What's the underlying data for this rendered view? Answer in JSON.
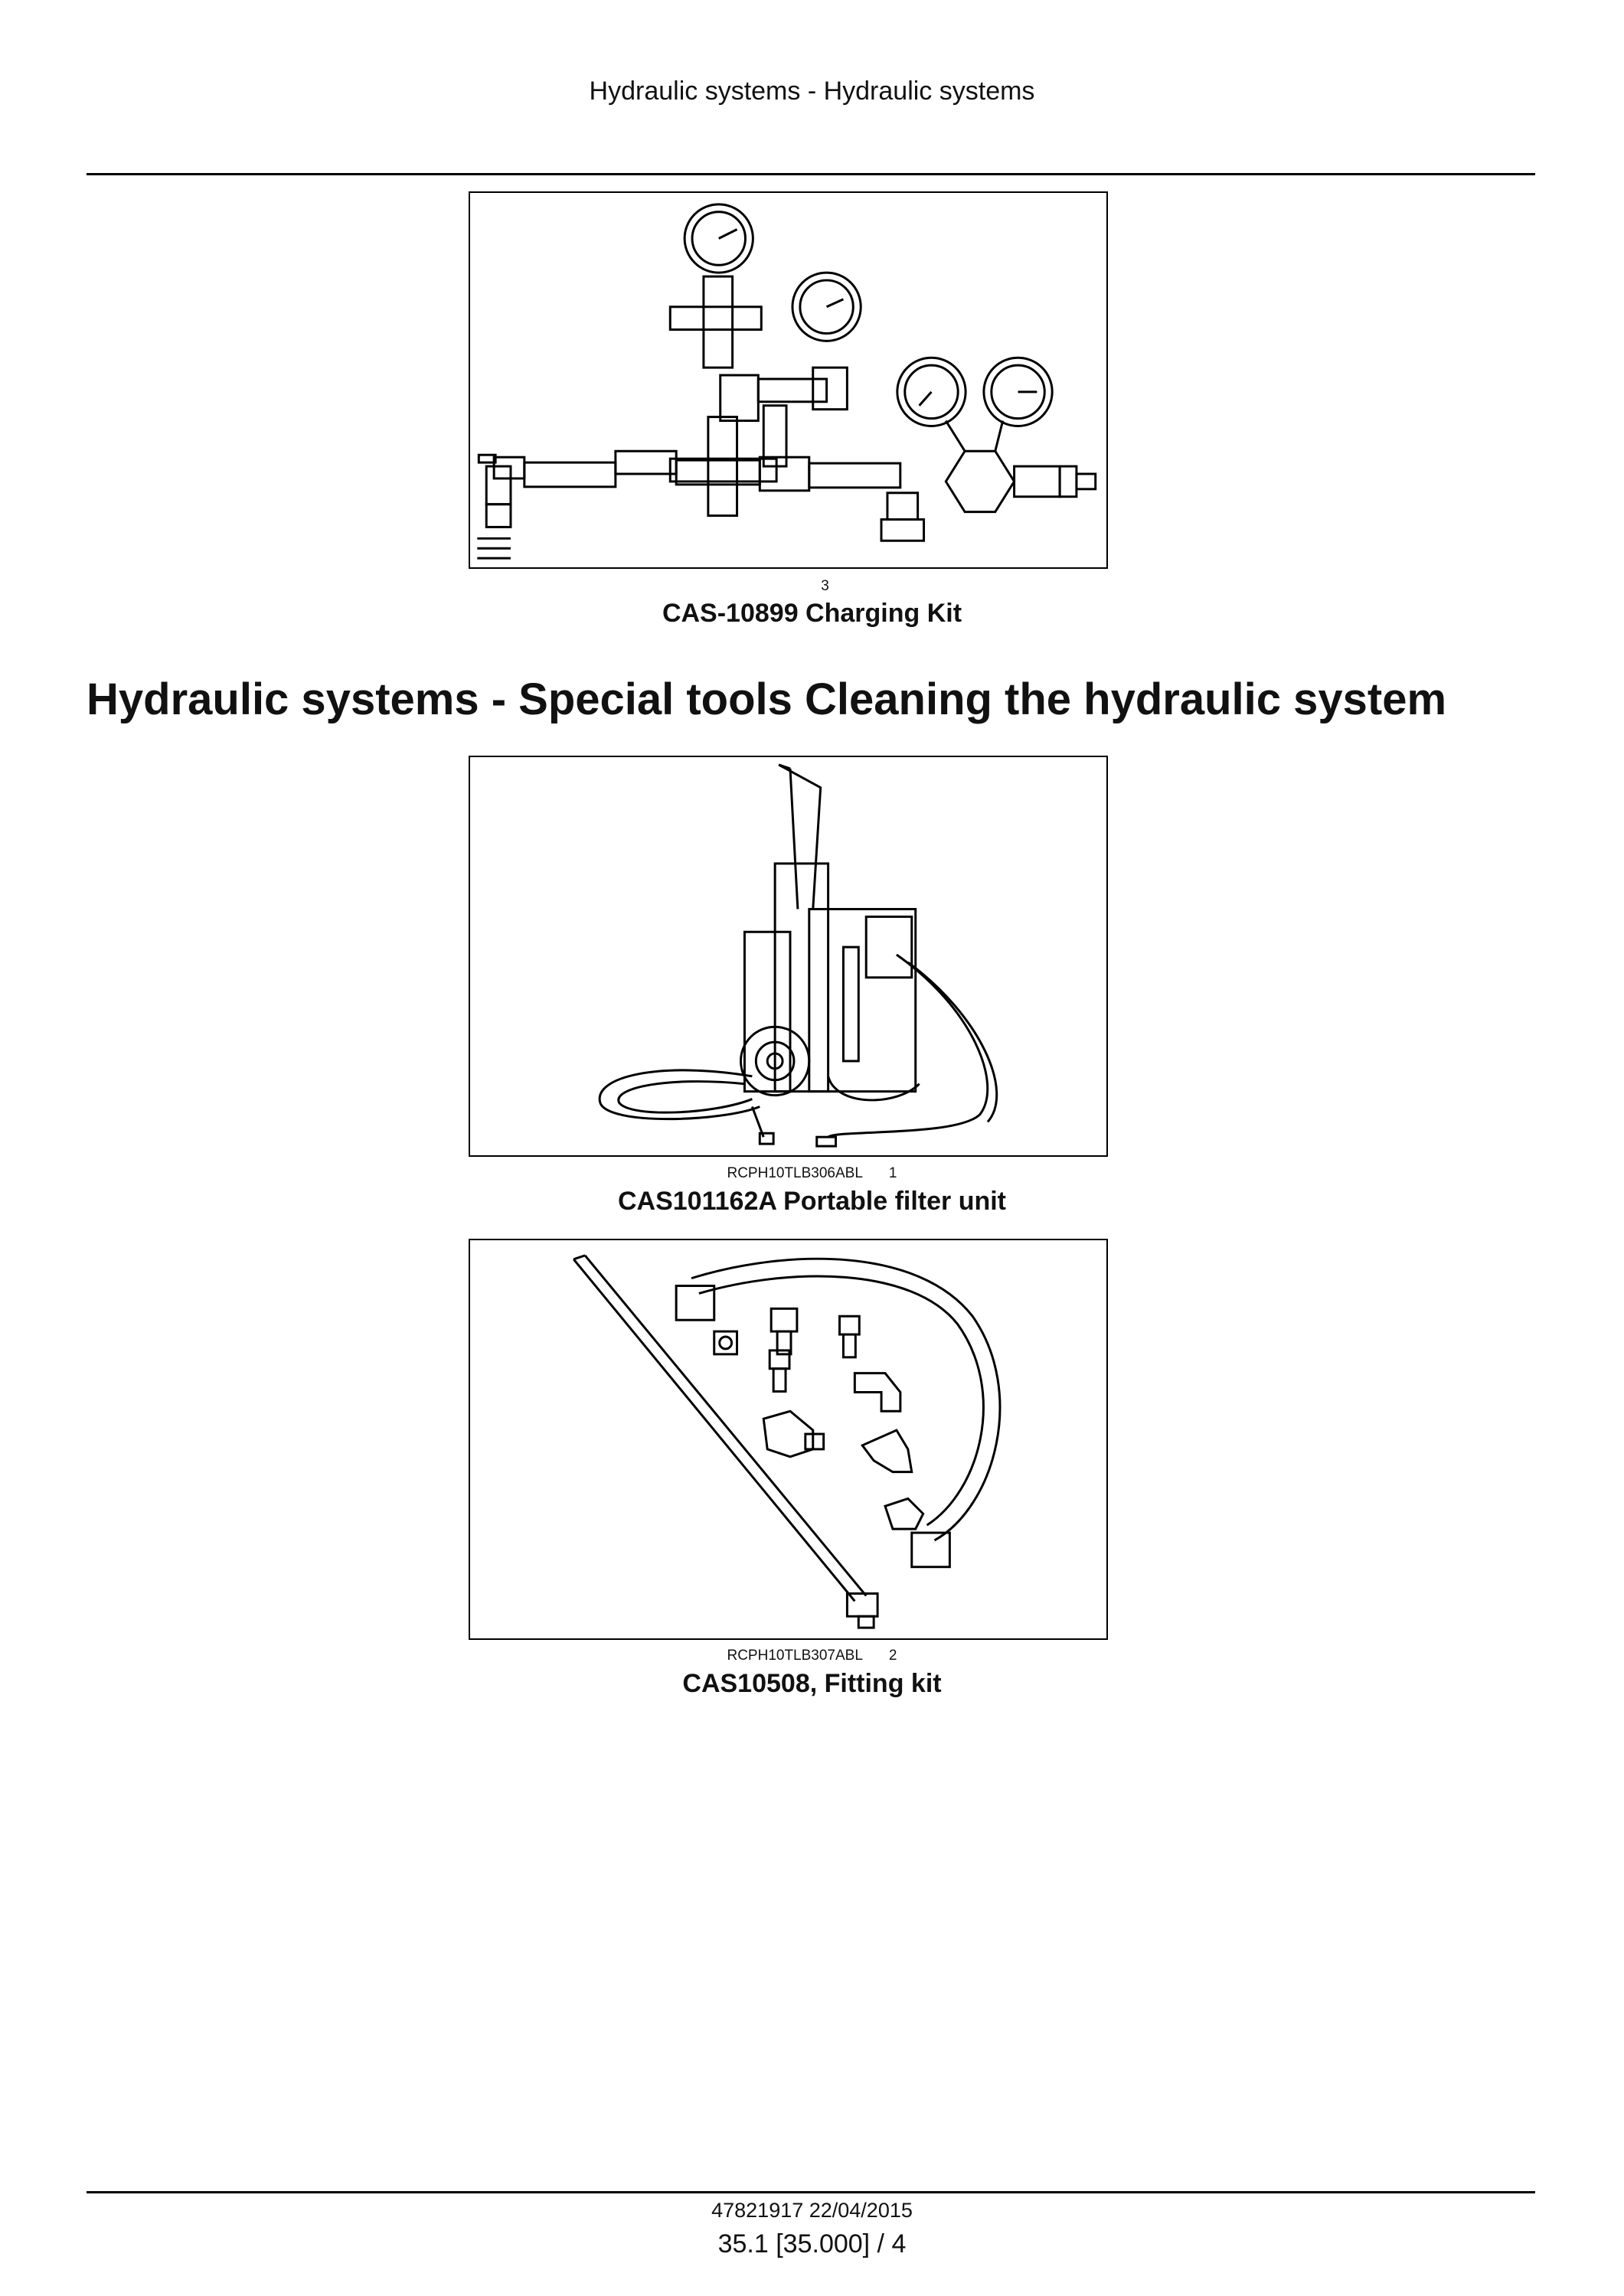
{
  "header": {
    "title": "Hydraulic systems - Hydraulic systems"
  },
  "figures": [
    {
      "ref_code": "",
      "ref_number": "3",
      "caption": "CAS-10899 Charging Kit"
    },
    {
      "ref_code": "RCPH10TLB306ABL",
      "ref_number": "1",
      "caption": "CAS101162A Portable filter unit"
    },
    {
      "ref_code": "RCPH10TLB307ABL",
      "ref_number": "2",
      "caption": "CAS10508, Fitting kit"
    }
  ],
  "section": {
    "title": "Hydraulic systems - Special tools Cleaning the hydraulic system"
  },
  "footer": {
    "doc_ref": "47821917 22/04/2015",
    "page": "35.1 [35.000] / 4"
  },
  "icons": {
    "figure1": "charging-kit-illustration",
    "figure2": "portable-filter-unit-illustration",
    "figure3": "fitting-kit-illustration"
  }
}
